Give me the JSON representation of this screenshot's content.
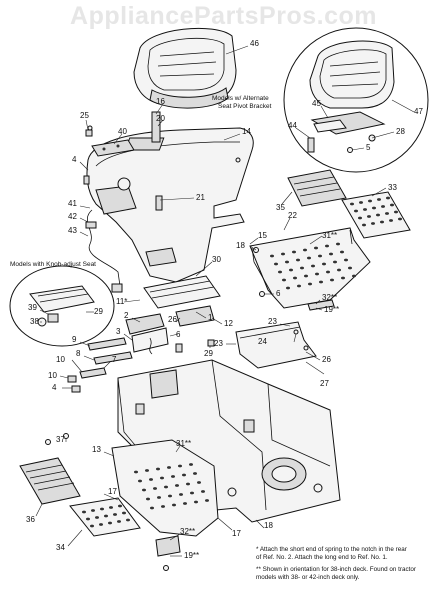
{
  "watermark": "AppliancePartsPros.com",
  "captions": {
    "alt_seat": "Models w/ Alternate\nSeat Pivot Bracket",
    "knob_seat": "Models with Knob-adjust Seat"
  },
  "notes": {
    "single": "*   Attach the short end of spring to the notch in the rear\n    of Ref. No. 2. Attach the long end to Ref. No. 1.",
    "double": "** Shown in orientation for 38-inch deck. Found on tractor\n    models with 38- or 42-inch deck only."
  },
  "callouts": [
    {
      "id": "c46",
      "text": "46"
    },
    {
      "id": "c16",
      "text": "16"
    },
    {
      "id": "c20",
      "text": "20"
    },
    {
      "id": "c25",
      "text": "25"
    },
    {
      "id": "c40",
      "text": "40"
    },
    {
      "id": "c14",
      "text": "14"
    },
    {
      "id": "c4a",
      "text": "4"
    },
    {
      "id": "c41",
      "text": "41"
    },
    {
      "id": "c42",
      "text": "42"
    },
    {
      "id": "c43",
      "text": "43"
    },
    {
      "id": "c21",
      "text": "21"
    },
    {
      "id": "c47",
      "text": "47"
    },
    {
      "id": "c45",
      "text": "45"
    },
    {
      "id": "c44",
      "text": "44"
    },
    {
      "id": "c28",
      "text": "28"
    },
    {
      "id": "c5",
      "text": "5"
    },
    {
      "id": "c33",
      "text": "33"
    },
    {
      "id": "c35",
      "text": "35"
    },
    {
      "id": "c22",
      "text": "22"
    },
    {
      "id": "c31a",
      "text": "31**"
    },
    {
      "id": "c18a",
      "text": "18"
    },
    {
      "id": "c15",
      "text": "15"
    },
    {
      "id": "c30",
      "text": "30"
    },
    {
      "id": "c6a",
      "text": "6"
    },
    {
      "id": "c32a",
      "text": "32**"
    },
    {
      "id": "c19a",
      "text": "19**"
    },
    {
      "id": "c39",
      "text": "39"
    },
    {
      "id": "c38",
      "text": "38"
    },
    {
      "id": "c29a",
      "text": "29"
    },
    {
      "id": "c11",
      "text": "11*"
    },
    {
      "id": "c26a",
      "text": "26"
    },
    {
      "id": "c12",
      "text": "12"
    },
    {
      "id": "c1",
      "text": "1"
    },
    {
      "id": "c2",
      "text": "2"
    },
    {
      "id": "c3",
      "text": "3"
    },
    {
      "id": "c6b",
      "text": "6"
    },
    {
      "id": "c29b",
      "text": "29"
    },
    {
      "id": "c9",
      "text": "9"
    },
    {
      "id": "c8",
      "text": "8"
    },
    {
      "id": "c7",
      "text": "7"
    },
    {
      "id": "c10a",
      "text": "10"
    },
    {
      "id": "c10b",
      "text": "10"
    },
    {
      "id": "c4b",
      "text": "4"
    },
    {
      "id": "c23a",
      "text": "23"
    },
    {
      "id": "c23b",
      "text": "23"
    },
    {
      "id": "c24",
      "text": "24"
    },
    {
      "id": "c26b",
      "text": "26"
    },
    {
      "id": "c27",
      "text": "27"
    },
    {
      "id": "c37",
      "text": "37"
    },
    {
      "id": "c13",
      "text": "13"
    },
    {
      "id": "c31b",
      "text": "31**"
    },
    {
      "id": "c36",
      "text": "36"
    },
    {
      "id": "c17a",
      "text": "17"
    },
    {
      "id": "c17b",
      "text": "17"
    },
    {
      "id": "c32b",
      "text": "32**"
    },
    {
      "id": "c34",
      "text": "34"
    },
    {
      "id": "c18b",
      "text": "18"
    },
    {
      "id": "c19b",
      "text": "19**"
    }
  ]
}
